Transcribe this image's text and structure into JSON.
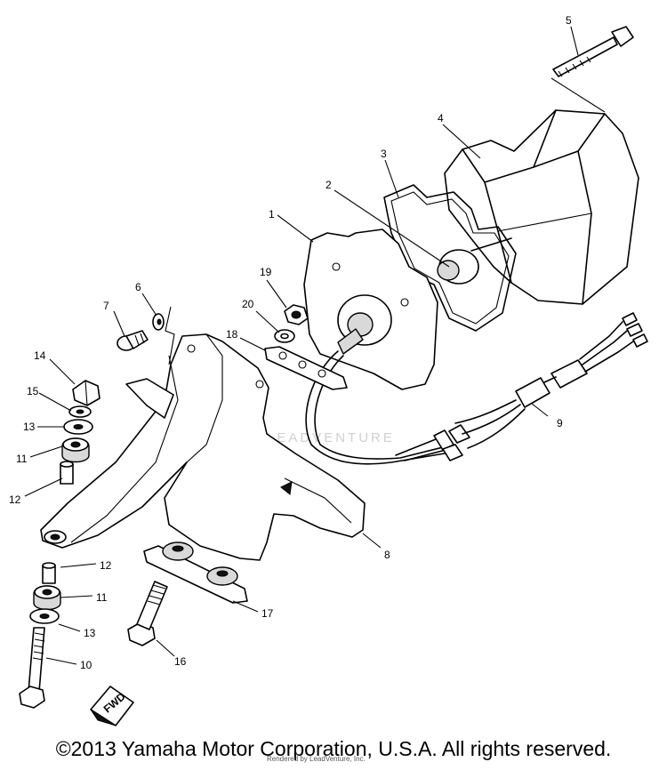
{
  "diagram": {
    "callouts": [
      "1",
      "2",
      "3",
      "4",
      "5",
      "6",
      "7",
      "8",
      "9",
      "10",
      "11",
      "12",
      "13",
      "14",
      "15",
      "16",
      "17",
      "18",
      "19",
      "20"
    ],
    "callouts_repeat": {
      "11b": "11",
      "12b": "12",
      "13b": "13"
    },
    "fwd_tag": "FWD",
    "watermark": "LEADVENTURE"
  },
  "footer": {
    "copyright": "©2013 Yamaha Motor Corporation, U.S.A. All rights reserved.",
    "rendered_by": "Rendered by LeadVenture, Inc."
  }
}
